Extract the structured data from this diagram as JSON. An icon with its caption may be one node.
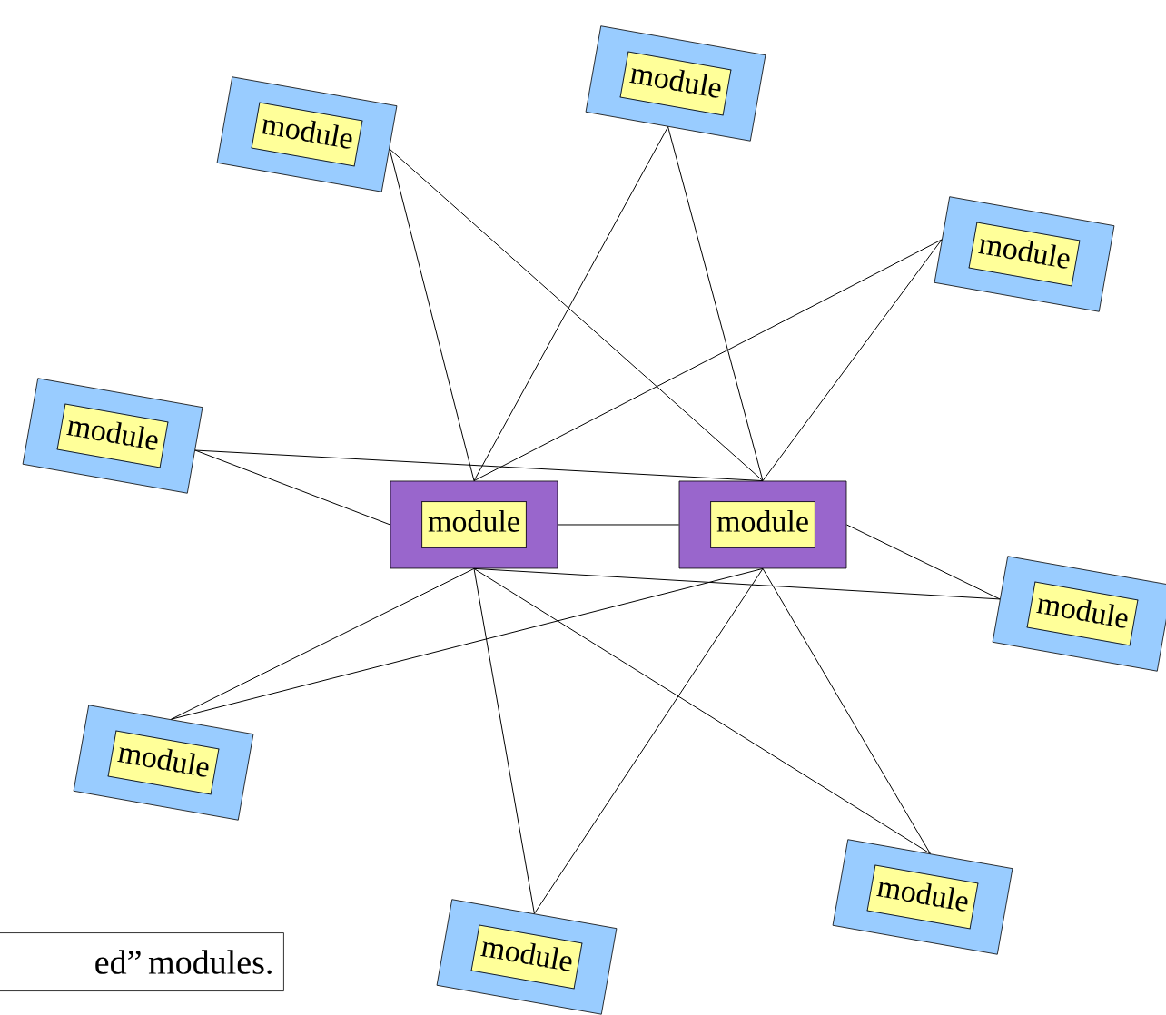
{
  "diagram": {
    "nodes": [
      {
        "text": [
          "module"
        ]
      },
      {
        "text": [
          "module"
        ]
      },
      {
        "text": [
          "module"
        ]
      },
      {
        "text": [
          "module"
        ]
      },
      {
        "text": [
          "module"
        ]
      },
      {
        "text": [
          "module"
        ]
      },
      {
        "text": [
          "module"
        ]
      },
      {
        "text": [
          "module"
        ]
      },
      {
        "text": [
          "module"
        ]
      },
      {
        "text": [
          "module"
        ]
      }
    ],
    "edges": [
      {
        "from": 0,
        "to": 1,
        "arrow": "none"
      },
      {
        "from": 2,
        "to": 0,
        "arrow": "none"
      },
      {
        "from": 2,
        "to": 1,
        "arrow": "none"
      },
      {
        "from": 3,
        "to": 0,
        "arrow": "none"
      },
      {
        "from": 3,
        "to": 1,
        "arrow": "none"
      },
      {
        "from": 4,
        "to": 0,
        "arrow": "none"
      },
      {
        "from": 4,
        "to": 1,
        "arrow": "none"
      },
      {
        "from": 5,
        "to": 1,
        "arrow": "none"
      },
      {
        "from": 5,
        "to": 0,
        "arrow": "none"
      },
      {
        "from": 6,
        "to": 1,
        "arrow": "none"
      },
      {
        "from": 6,
        "to": 0,
        "arrow": "none"
      },
      {
        "from": 7,
        "to": 0,
        "arrow": "none"
      },
      {
        "from": 7,
        "to": 1,
        "arrow": "none"
      },
      {
        "from": 8,
        "to": 0,
        "arrow": "none"
      },
      {
        "from": 8,
        "to": 1,
        "arrow": "none"
      },
      {
        "from": 9,
        "to": 0,
        "arrow": "none"
      },
      {
        "from": 9,
        "to": 1,
        "arrow": "none"
      }
    ],
    "labels": [
      "ed” modules."
    ]
  }
}
